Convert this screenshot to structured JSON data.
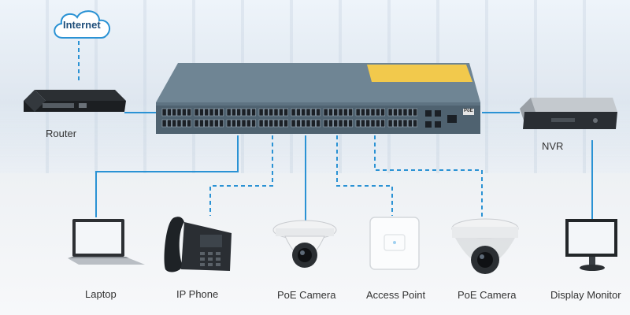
{
  "cloud": {
    "label": "Internet"
  },
  "switch": {
    "poe_badge": "PoE"
  },
  "labels": {
    "router": "Router",
    "nvr": "NVR",
    "laptop": "Laptop",
    "ip_phone": "IP Phone",
    "poe_camera_1": "PoE Camera",
    "access_point": "Access Point",
    "poe_camera_2": "PoE Camera",
    "display_monitor": "Display Monitor"
  },
  "colors": {
    "link": "#2a92d4",
    "switch_body": "#6f8594",
    "switch_face": "#4f6270",
    "switch_label_yellow": "#f2c94c"
  },
  "icons": [
    "cloud-icon",
    "router-icon",
    "switch-icon",
    "nvr-icon",
    "laptop-icon",
    "phone-icon",
    "dome-camera-icon",
    "access-point-icon",
    "monitor-icon"
  ]
}
